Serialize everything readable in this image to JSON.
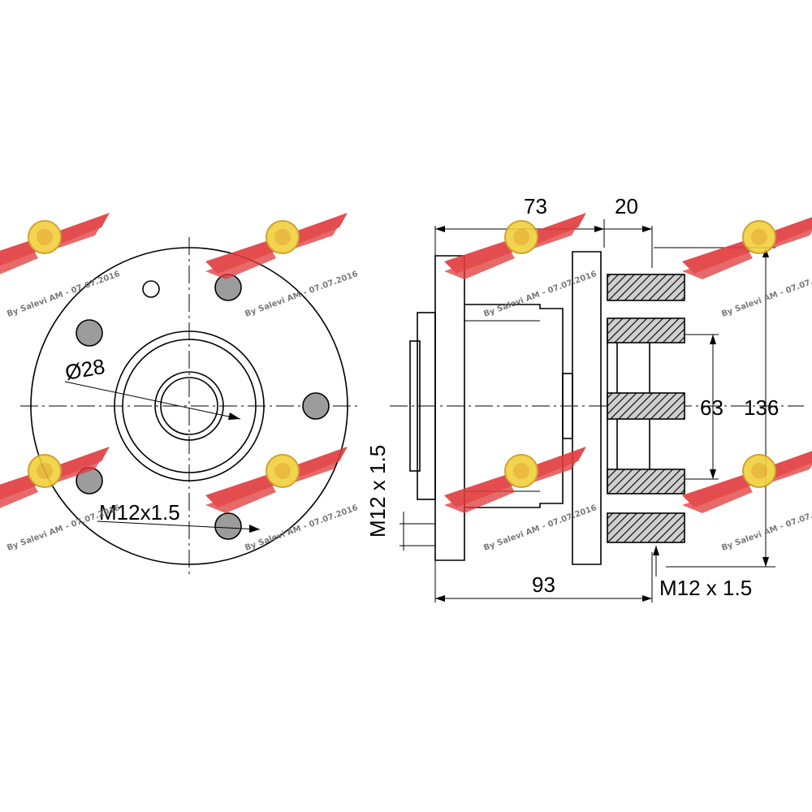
{
  "front_view": {
    "bore_label": "Ø28",
    "stud_thread_label": "M12x1.5"
  },
  "side_view": {
    "dim_top_left": "73",
    "dim_top_right": "20",
    "dim_inner_pcd": "63",
    "dim_outer": "136",
    "dim_overall": "93",
    "thread_left": "M12 x 1.5",
    "thread_right": "M12 x 1.5"
  },
  "watermark": {
    "text": "By Salevi AM - 07.07.2016",
    "colors": {
      "wing": "#e0393b",
      "badge": "#f2d03b"
    }
  }
}
